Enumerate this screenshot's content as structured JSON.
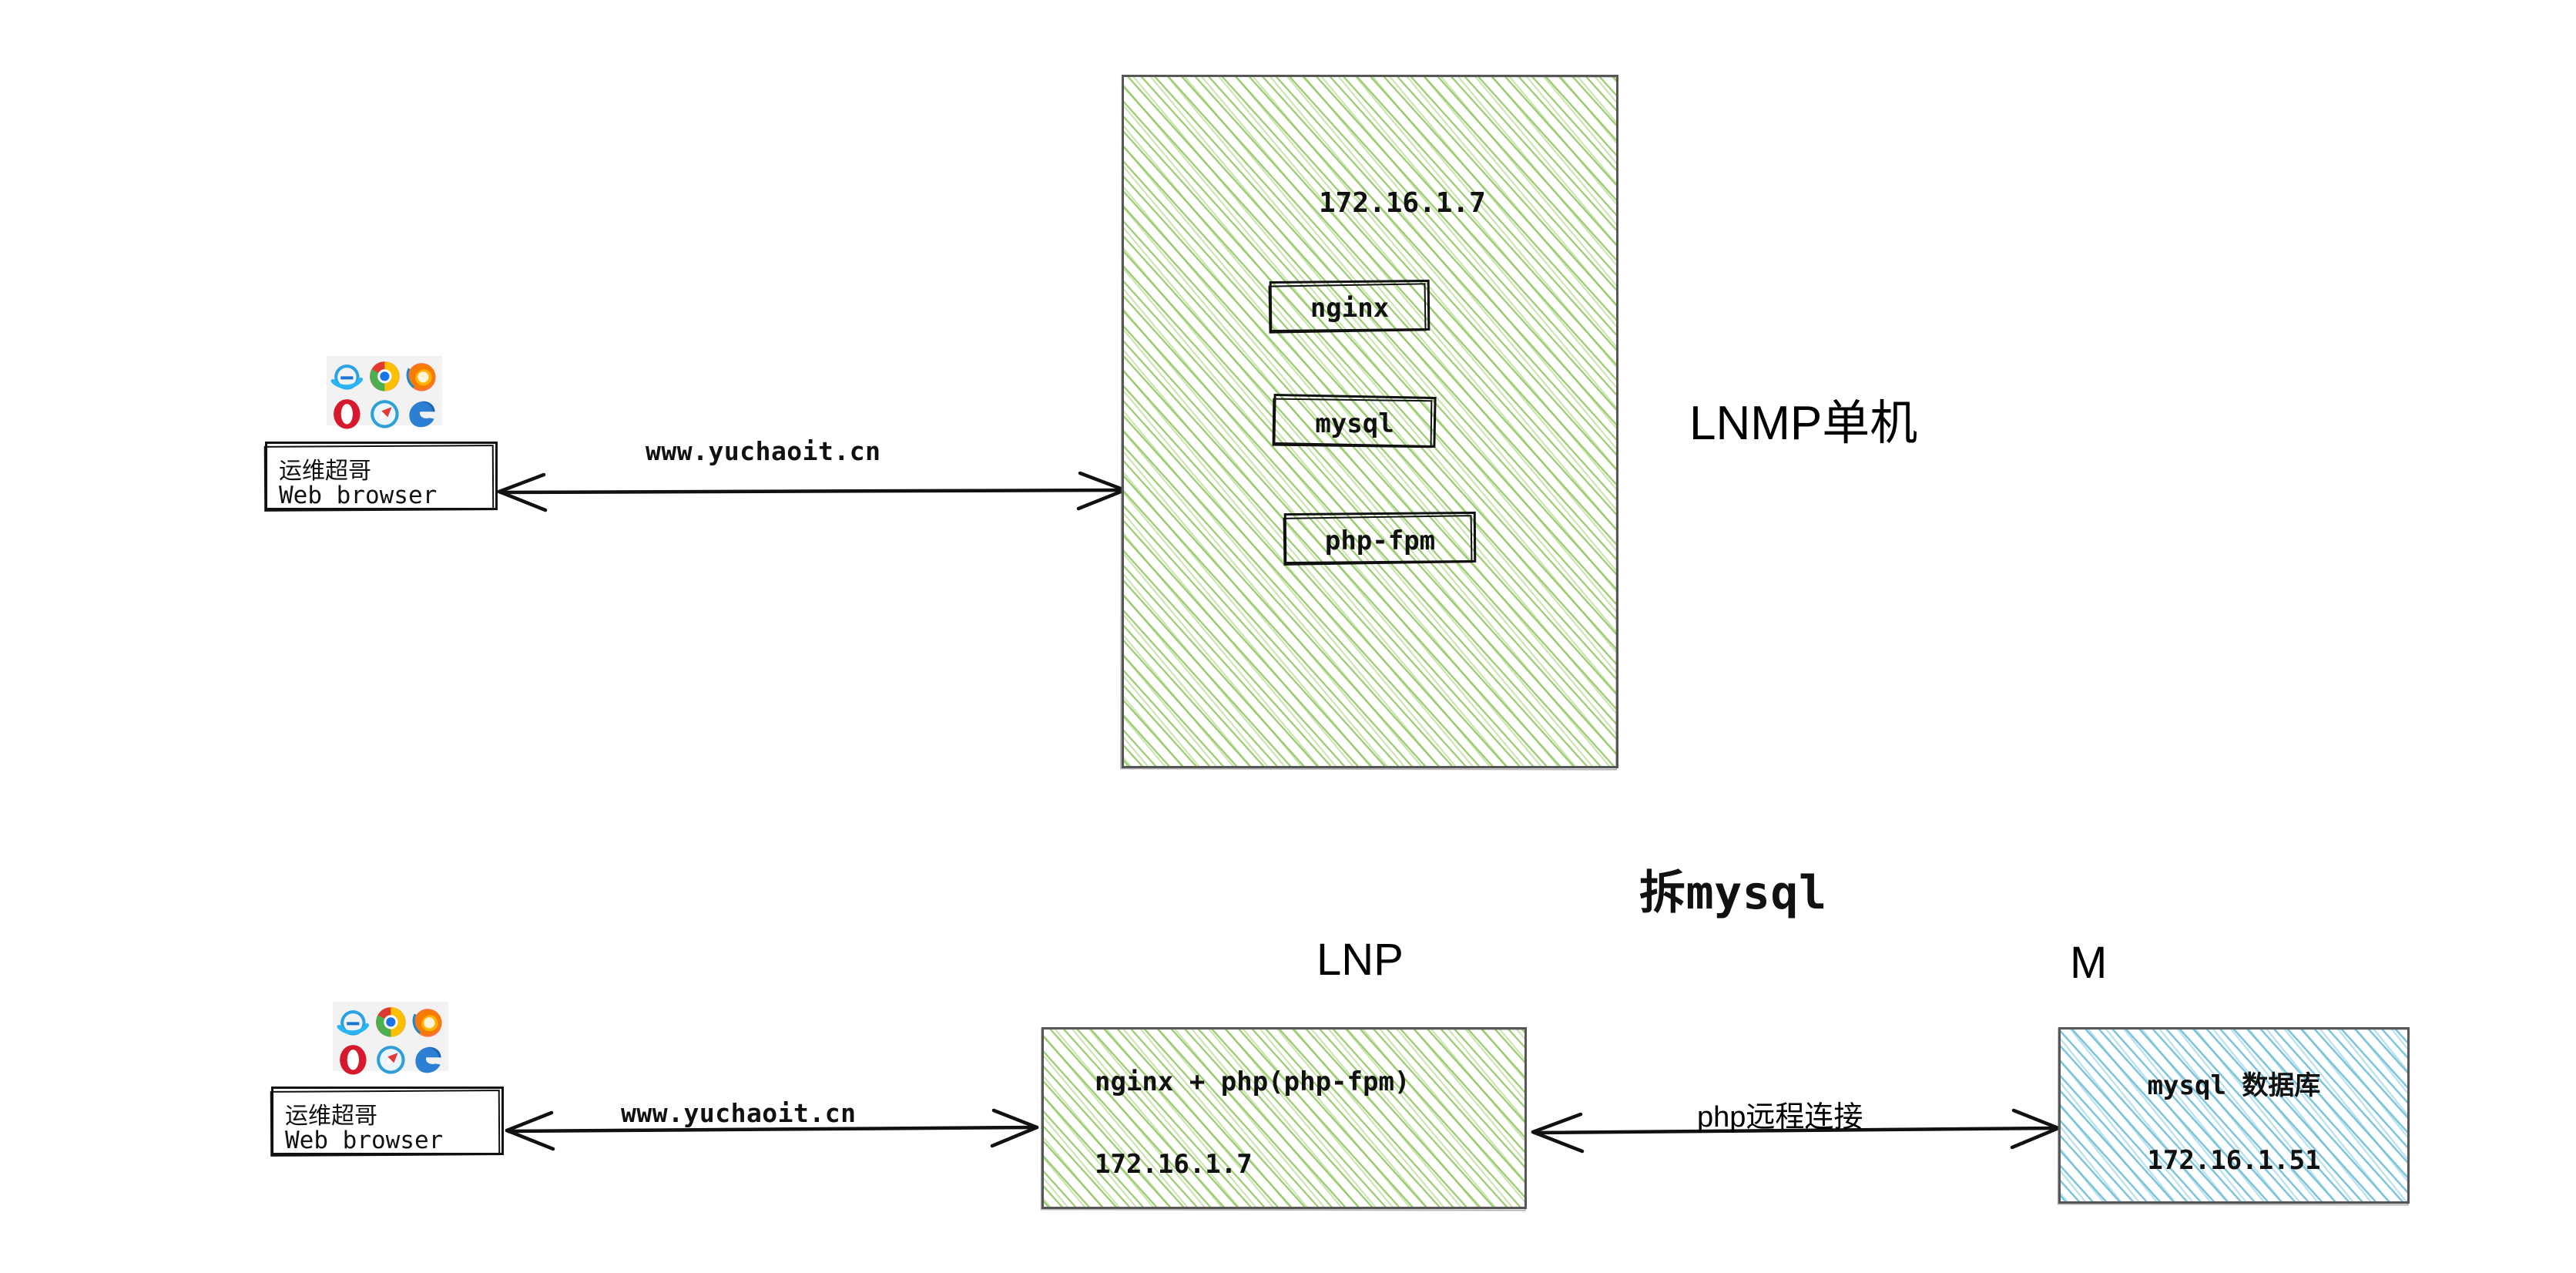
{
  "diagram": {
    "title_labels": {
      "lnmp_single": "LNMP单机",
      "split_mysql": "拆mysql",
      "lnp": "LNP",
      "m": "M"
    },
    "top_section": {
      "client": {
        "line1": "运维超哥",
        "line2": "Web browser",
        "icons": [
          "ie-icon",
          "chrome-icon",
          "firefox-icon",
          "opera-icon",
          "safari-icon",
          "edge-icon"
        ]
      },
      "connection_label": "www.yuchaoit.cn",
      "server": {
        "ip": "172.16.1.7",
        "services": [
          "nginx",
          "mysql",
          "php-fpm"
        ]
      }
    },
    "bottom_section": {
      "client": {
        "line1": "运维超哥",
        "line2": "Web browser",
        "icons": [
          "ie-icon",
          "chrome-icon",
          "firefox-icon",
          "opera-icon",
          "safari-icon",
          "edge-icon"
        ]
      },
      "connection_label_left": "www.yuchaoit.cn",
      "web_server": {
        "line1": "nginx + php(php-fpm)",
        "line2": "172.16.1.7"
      },
      "connection_label_right": "php远程连接",
      "db_server": {
        "line1": "mysql 数据库",
        "line2": "172.16.1.51"
      }
    },
    "colors": {
      "green_hatch": "#8dc35a",
      "blue_hatch": "#6ebed8",
      "box_border": "#555555",
      "ink": "#111111",
      "background": "#ffffff"
    }
  }
}
